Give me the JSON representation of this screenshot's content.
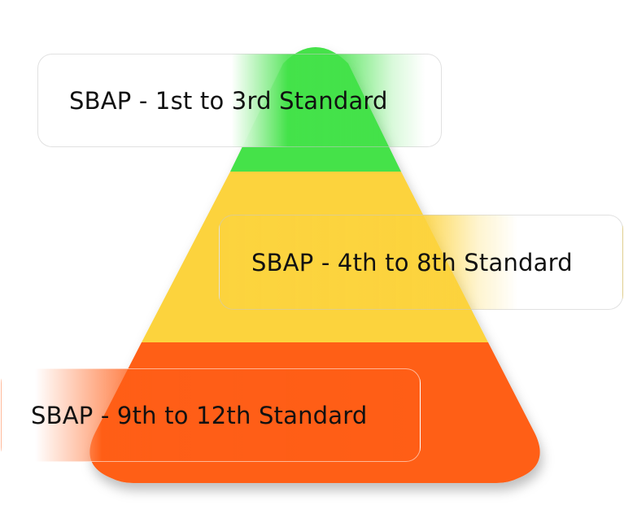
{
  "colors": {
    "tier_top": "#44e24a",
    "tier_middle": "#fcd33e",
    "tier_bottom": "#ff5e17",
    "card_background": "#ffffff"
  },
  "pyramid": {
    "tiers": [
      {
        "label": "SBAP - 1st to 3rd Standard",
        "color": "#44e24a"
      },
      {
        "label": "SBAP - 4th to 8th Standard",
        "color": "#fcd33e"
      },
      {
        "label": "SBAP - 9th to 12th Standard",
        "color": "#ff5e17"
      }
    ]
  }
}
